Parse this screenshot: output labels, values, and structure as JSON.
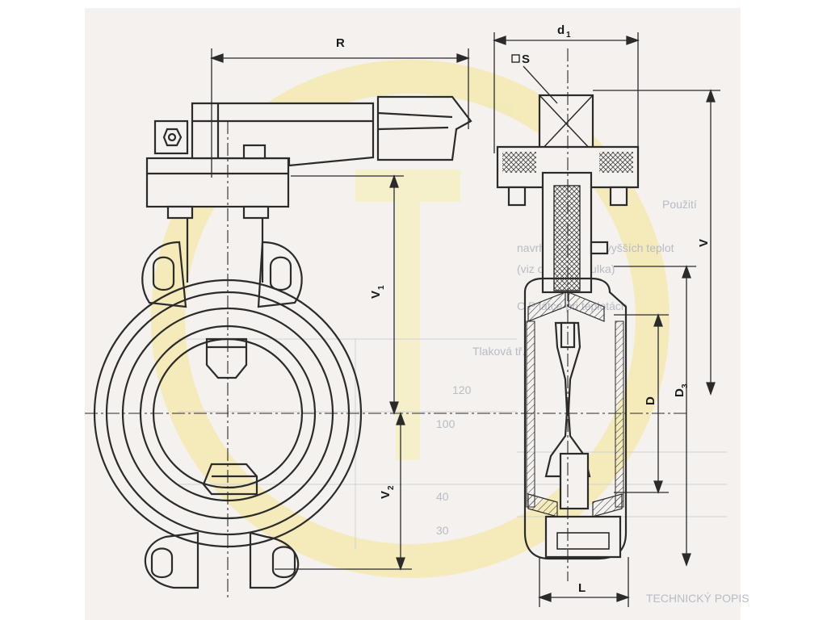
{
  "colors": {
    "paper": "#f4f1ee",
    "ink": "#2b2b2b",
    "watermark": "#f3e9b0",
    "ghost_text": "#b9bdc6"
  },
  "dimensions": {
    "R": "R",
    "d1": "d",
    "d1_sub": "1",
    "S": "S",
    "V": "V",
    "V1": "V",
    "V1_sub": "1",
    "V2": "V",
    "V2_sub": "2",
    "D": "D",
    "D3": "D",
    "D3_sub": "3",
    "L": "L"
  },
  "ghost_text": {
    "line1": "navrhovaných nejvyšších teplot",
    "line2": "(viz ostatní tabulka)",
    "line3": "C P    látce pri teplotách",
    "table_head": "Tlaková tř.",
    "v1": "120",
    "v2": "100",
    "v3": "40",
    "v4": "30",
    "bottom": "TECHNICKÝ POPIS",
    "side": "Použití"
  }
}
